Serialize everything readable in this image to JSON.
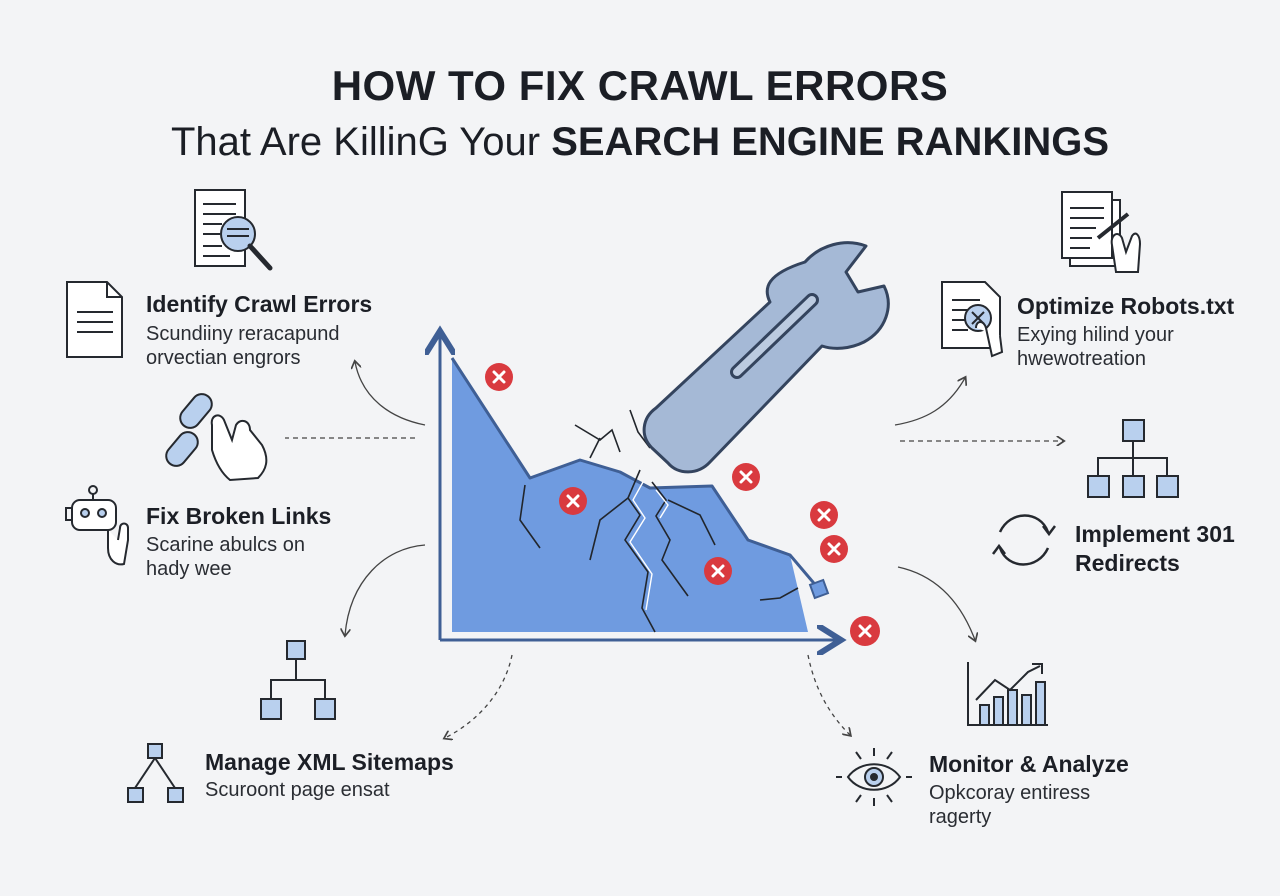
{
  "title": {
    "line1": "HOW TO FIX CRAWL ERRORS",
    "line2_normal": "That Are KillinG Your ",
    "line2_bold": "SEARCH ENGINE RANKINGS"
  },
  "steps": [
    {
      "title": "Identify Crawl Errors",
      "desc1": "Scundiiny reracapund",
      "desc2": "orvectian engrors"
    },
    {
      "title": "Fix Broken Links",
      "desc1": "Scarine abulcs on",
      "desc2": "hady wee"
    },
    {
      "title": "Manage XML Sitemaps",
      "desc1": "Scuroont page ensat",
      "desc2": ""
    },
    {
      "title": "Optimize Robots.txt",
      "desc1": "Exying hilind your",
      "desc2": "hwewotreation"
    },
    {
      "title": "Implement 301",
      "title2": "Redirects"
    },
    {
      "title": "Monitor & Analyze",
      "desc1": "Opkcoray entiress",
      "desc2": "ragerty"
    }
  ],
  "colors": {
    "chart_fill": "#6f9be0",
    "chart_stroke": "#3f5f95",
    "error_red": "#d93a3f",
    "wrench": "#a5b9d6",
    "icon_blue": "#b9d0ee",
    "ink": "#25292f"
  }
}
